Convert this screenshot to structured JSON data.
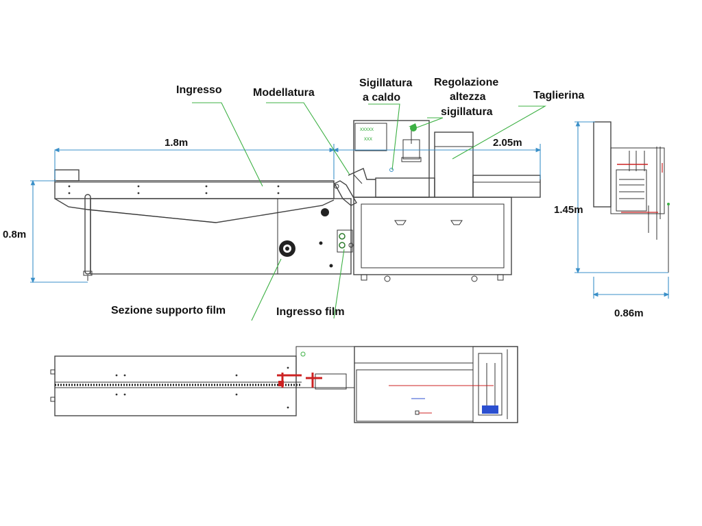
{
  "labels": {
    "ingresso": "Ingresso",
    "modellatura": "Modellatura",
    "sigillatura_line1": "Sigillatura",
    "sigillatura_line2": "a caldo",
    "regolazione_line1": "Regolazione",
    "regolazione_line2": "altezza",
    "regolazione_line3": "sigillatura",
    "taglierina": "Taglierina",
    "sezione_supporto_film": "Sezione supporto film",
    "ingresso_film": "Ingresso film"
  },
  "dimensions": {
    "infeed_length": "1.8m",
    "main_length": "2.05m",
    "height_infeed": "0.8m",
    "height_total": "1.45m",
    "width_total": "0.86m"
  },
  "panel_marks": {
    "line1": "xxxxx",
    "line2": "xxx"
  },
  "colors": {
    "leader": "#3cb043",
    "dimension": "#3a8fc8",
    "outline": "#333333",
    "accent_red": "#cc2222",
    "accent_blue": "#2b4fd0"
  }
}
